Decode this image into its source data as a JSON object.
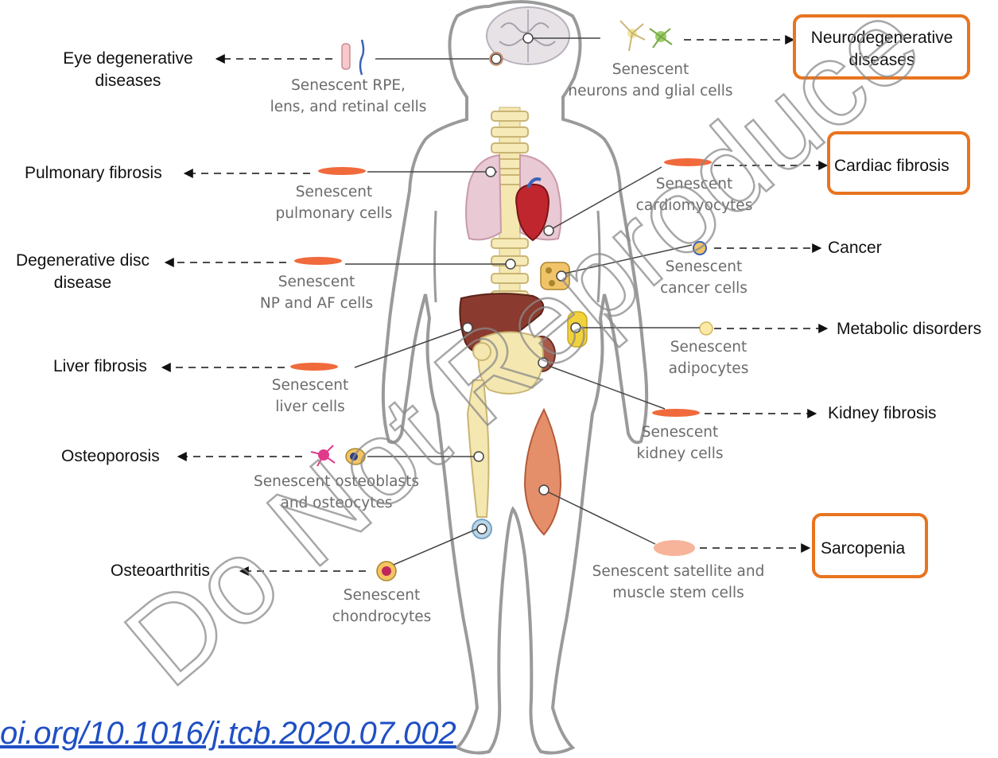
{
  "diseases": {
    "eye_l1": "Eye degenerative",
    "eye_l2": "diseases",
    "pulmonary": "Pulmonary fibrosis",
    "disc_l1": "Degenerative disc",
    "disc_l2": "disease",
    "liver": "Liver fibrosis",
    "osteoporosis": "Osteoporosis",
    "osteoarthritis": "Osteoarthritis",
    "neuro_l1": "Neurodegenerative",
    "neuro_l2": "diseases",
    "cardiac": "Cardiac fibrosis",
    "cancer": "Cancer",
    "metabolic": "Metabolic disorders",
    "kidney": "Kidney fibrosis",
    "sarcopenia": "Sarcopenia"
  },
  "cells": {
    "rpe_l1": "Senescent RPE,",
    "rpe_l2": "lens, and retinal cells",
    "neuron_l1": "Senescent",
    "neuron_l2": "neurons and glial cells",
    "pulm_l1": "Senescent",
    "pulm_l2": "pulmonary cells",
    "cardio_l1": "Senescent",
    "cardio_l2": "cardiomyocytes",
    "np_l1": "Senescent",
    "np_l2": "NP and AF cells",
    "cancer_l1": "Senescent",
    "cancer_l2": "cancer cells",
    "adipo_l1": "Senescent",
    "adipo_l2": "adipocytes",
    "liver_l1": "Senescent",
    "liver_l2": "liver cells",
    "kidney_l1": "Senescent",
    "kidney_l2": "kidney cells",
    "osteo_l1": "Senescent osteoblasts",
    "osteo_l2": "and osteocytes",
    "satellite_l1": "Senescent satellite and",
    "satellite_l2": "muscle stem cells",
    "chondro_l1": "Senescent",
    "chondro_l2": "chondrocytes"
  },
  "citation": "oi.org/10.1016/j.tcb.2020.07.002",
  "watermark": "Do Not Reproduce",
  "colors": {
    "highlight": "#e8741f",
    "link": "#1f4fc4",
    "watermark": "#8a8a8a",
    "body_outline": "#9a9a9a",
    "bone": "#f3e3a0",
    "lung": "#e9c9d4",
    "liver": "#8a3a2e",
    "muscle": "#e58f6a",
    "fibroblast": "#f06a3c"
  },
  "icons": [
    "brain-icon",
    "eye-icon",
    "neuron-icon",
    "lung-icon",
    "heart-icon",
    "spine-icon",
    "liver-icon",
    "kidney-icon",
    "pelvis-icon",
    "femur-icon",
    "muscle-icon",
    "fibroblast-icon",
    "tumor-icon",
    "fat-tissue-icon",
    "osteoclast-icon",
    "chondrocyte-icon",
    "stem-cell-icon"
  ]
}
